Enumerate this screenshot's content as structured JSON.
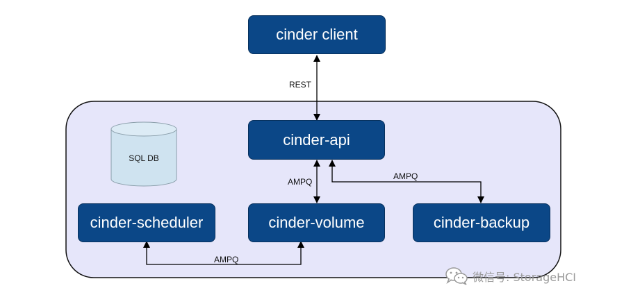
{
  "diagram": {
    "nodes": {
      "client": "cinder client",
      "api": "cinder-api",
      "scheduler": "cinder-scheduler",
      "volume": "cinder-volume",
      "backup": "cinder-backup"
    },
    "database": "SQL DB",
    "edges": {
      "client_api": "REST",
      "api_volume": "AMPQ",
      "api_backup": "AMPQ",
      "scheduler_volume": "AMPQ"
    }
  },
  "watermark": {
    "text": "微信号: StorageHCI",
    "icon": "wechat-icon"
  },
  "colors": {
    "node_fill": "#0b4787",
    "container_fill": "#e6e6fa",
    "db_fill": "#cfe3f0"
  }
}
